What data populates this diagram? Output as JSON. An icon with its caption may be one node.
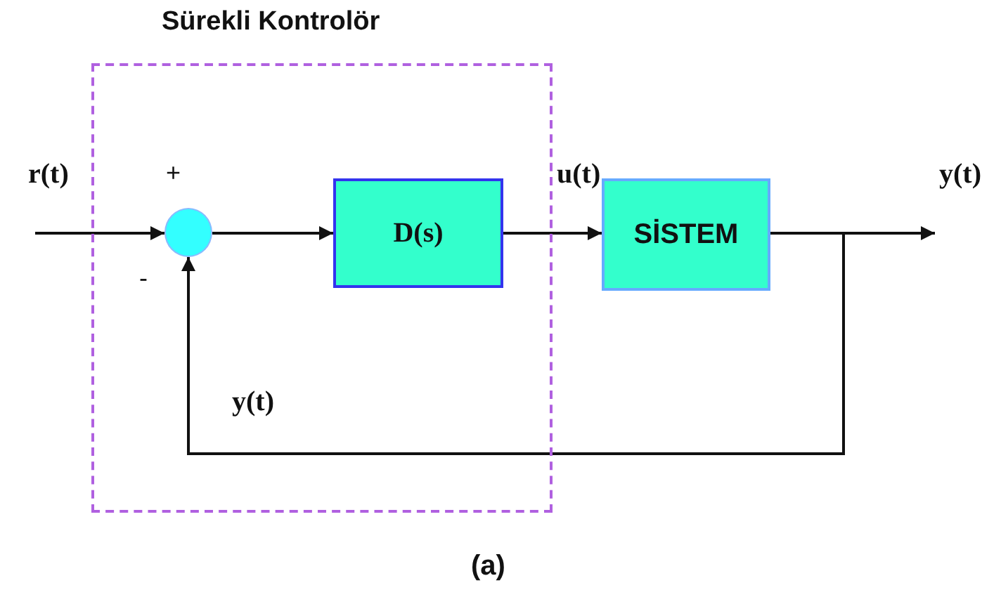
{
  "diagram": {
    "caption": "(a)",
    "nodes": [
      {
        "text": [
          "Sürekli Kontrolör"
        ]
      },
      {
        "text": [],
        "shape": "circle",
        "in": 0
      },
      {
        "text": [
          "D(s)"
        ],
        "in": 0
      },
      {
        "text": [
          "SİSTEM"
        ]
      }
    ],
    "edges": [
      {
        "from": null,
        "to": 1,
        "arrow": "to",
        "label": "r(t)"
      },
      {
        "from": 1,
        "to": 2,
        "arrow": "to"
      },
      {
        "from": 2,
        "to": 3,
        "arrow": "to",
        "label": "u(t)"
      },
      {
        "from": 3,
        "to": null,
        "arrow": "to",
        "label": "y(t)"
      },
      {
        "from": 3,
        "to": 1,
        "arrow": "to",
        "label": "y(t)"
      }
    ],
    "labels": [
      "+",
      "-"
    ]
  }
}
